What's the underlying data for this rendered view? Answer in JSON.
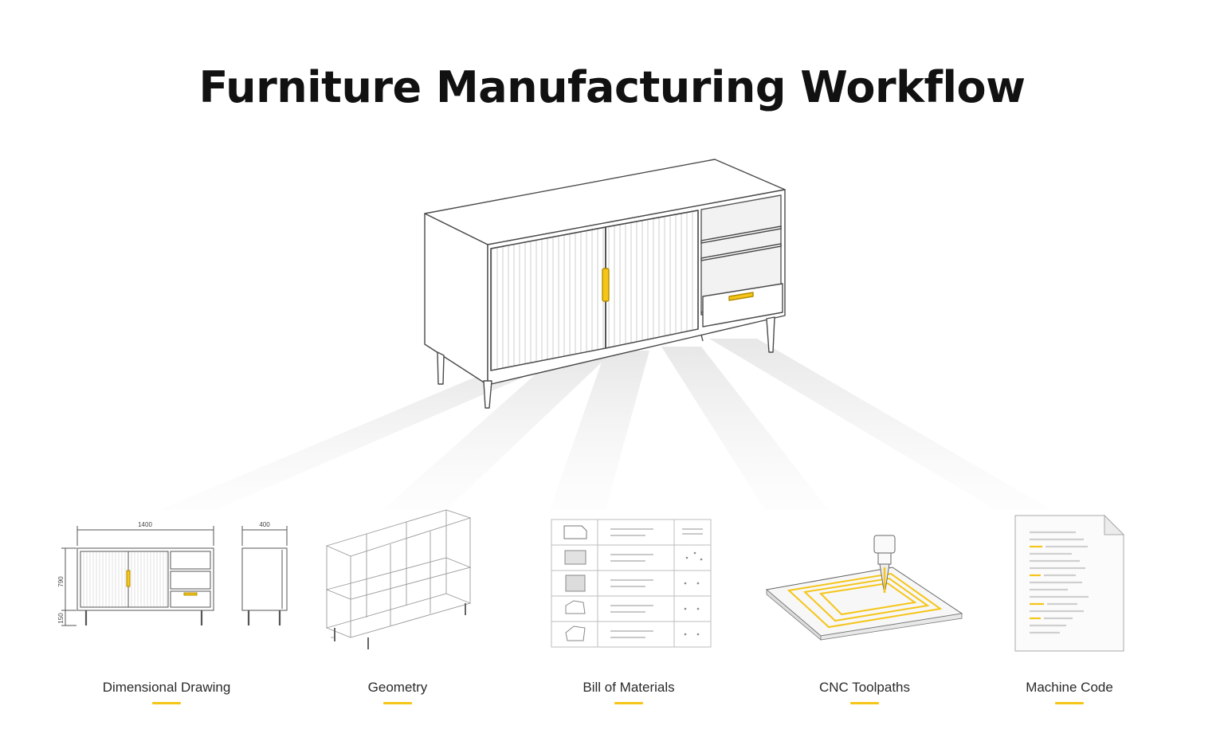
{
  "title": "Furniture Manufacturing Workflow",
  "accent_color": "#F5C518",
  "drawing": {
    "width_dim": "1400",
    "depth_dim": "400",
    "height_dim": "790",
    "leg_dim": "150"
  },
  "steps": [
    {
      "label": "Dimensional Drawing",
      "icon": "dimensional-drawing-icon"
    },
    {
      "label": "Geometry",
      "icon": "wireframe-geometry-icon"
    },
    {
      "label": "Bill of Materials",
      "icon": "bom-table-icon"
    },
    {
      "label": "CNC Toolpaths",
      "icon": "cnc-toolpath-icon"
    },
    {
      "label": "Machine Code",
      "icon": "gcode-document-icon"
    }
  ]
}
